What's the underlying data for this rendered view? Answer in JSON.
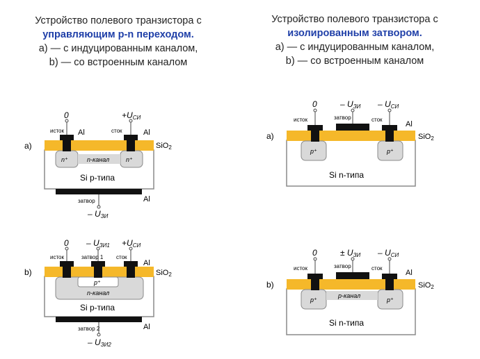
{
  "left_heading": {
    "line1": "Устройство полевого транзистора с",
    "line2": "управляющим p-n переходом.",
    "line3": "a) — с индуцированным каналом,",
    "line4": "b) — со встроенным каналом"
  },
  "right_heading": {
    "line1": "Устройство полевого транзистора с",
    "line2": "изолированным затвором.",
    "line3": "a) — с индуцированным каналом,",
    "line4": "b) — со встроенным каналом"
  },
  "colors": {
    "oxide": "#f5b82a",
    "metal": "#111111",
    "substrate_border": "#8a8a8a",
    "doped_region": "#d9d9d9",
    "heading_accent": "#1f3fa8"
  },
  "labels": {
    "a": "a)",
    "b": "b)",
    "zero": "0",
    "source": "исток",
    "drain": "сток",
    "gate": "затвор",
    "gate1": "затвор 1",
    "gate2": "затвор 2",
    "al": "Al",
    "sio": "SiO",
    "sio_sub": "2",
    "n_plus": "n⁺",
    "p_plus": "p⁺",
    "p_region": "p⁺",
    "n_channel": "n-канал",
    "p_channel": "p-канал",
    "si_p": "Si  p-типа",
    "si_n": "Si  n-типа",
    "plus_u": "+U",
    "minus_u": "– U",
    "pm_u": "± U",
    "sub_si": "СИ",
    "sub_zi": "ЗИ",
    "sub_zi1": "ЗИ1",
    "sub_zi2": "ЗИ2"
  }
}
